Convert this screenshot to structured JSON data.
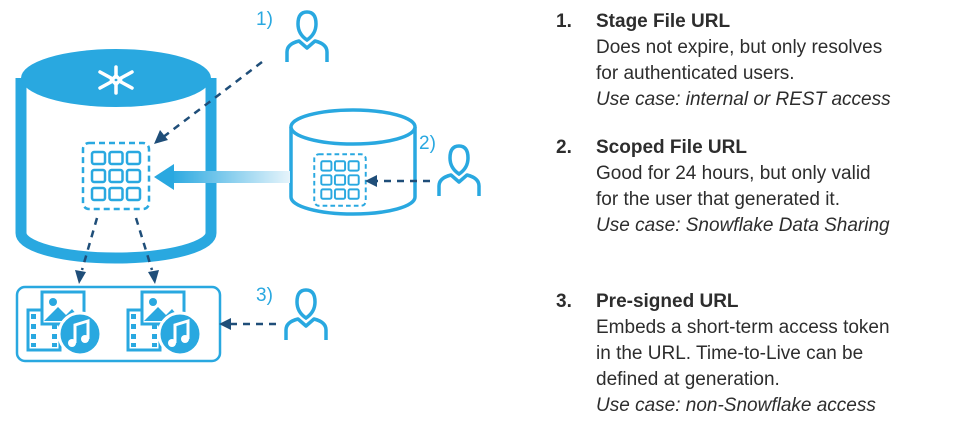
{
  "diagram": {
    "step_labels": [
      "1)",
      "2)",
      "3)"
    ],
    "colors": {
      "accent": "#29a8e0",
      "dark": "#1f4e79",
      "text": "#2d2d2d"
    },
    "icons": [
      "snowflake-logo",
      "user-icon",
      "file-grid-icon",
      "media-file-icon",
      "music-note-icon"
    ]
  },
  "list": {
    "items": [
      {
        "number": "1.",
        "title": "Stage File URL",
        "lines": [
          "Does not expire, but only resolves",
          "for authenticated users."
        ],
        "use_case": "Use case: internal or REST access"
      },
      {
        "number": "2.",
        "title": "Scoped File URL",
        "lines": [
          "Good for 24 hours, but only valid",
          "for the user that generated it."
        ],
        "use_case": "Use case: Snowflake Data Sharing"
      },
      {
        "number": "3.",
        "title": "Pre-signed URL",
        "lines": [
          "Embeds a short-term access token",
          "in the URL. Time-to-Live can be",
          "defined at generation."
        ],
        "use_case": "Use case: non-Snowflake access"
      }
    ]
  }
}
